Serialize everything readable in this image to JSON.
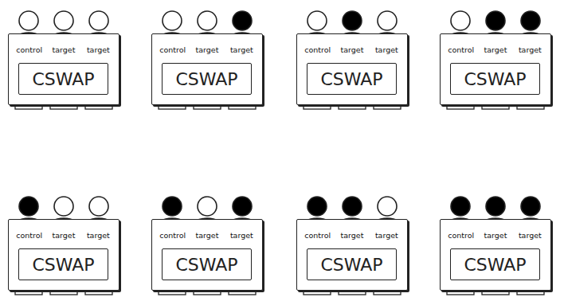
{
  "diagram": {
    "nodes": [
      {
        "text": [
          "control",
          "target",
          "target"
        ]
      },
      {
        "text": [
          "CSWAP"
        ],
        "in": 0
      },
      {
        "text": [
          "control",
          "target",
          "target"
        ]
      },
      {
        "text": [
          "CSWAP"
        ],
        "in": 2
      },
      {
        "text": [
          "control",
          "target",
          "target"
        ]
      },
      {
        "text": [
          "CSWAP"
        ],
        "in": 4
      },
      {
        "text": [
          "control",
          "target",
          "target"
        ]
      },
      {
        "text": [
          "CSWAP"
        ],
        "in": 6
      },
      {
        "text": [
          "control",
          "target",
          "target"
        ]
      },
      {
        "text": [
          "CSWAP"
        ],
        "in": 8
      },
      {
        "text": [
          "control",
          "target",
          "target"
        ]
      },
      {
        "text": [
          "CSWAP"
        ],
        "in": 10
      },
      {
        "text": [
          "control",
          "target",
          "target"
        ]
      },
      {
        "text": [
          "CSWAP"
        ],
        "in": 12
      },
      {
        "text": [
          "control",
          "target",
          "target"
        ]
      },
      {
        "text": [
          "CSWAP"
        ],
        "in": 14
      }
    ]
  }
}
